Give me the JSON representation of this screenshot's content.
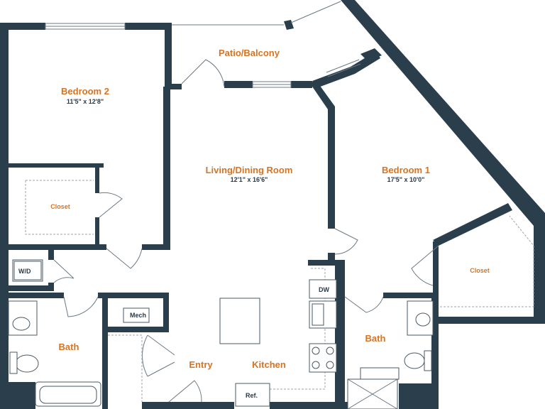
{
  "rooms": {
    "bedroom2": {
      "name": "Bedroom 2",
      "dims": "11'5\" x 12'8\""
    },
    "patio": {
      "name": "Patio/Balcony"
    },
    "living": {
      "name": "Living/Dining Room",
      "dims": "12'1\" x 16'6\""
    },
    "bedroom1": {
      "name": "Bedroom 1",
      "dims": "17'5\" x 10'0\""
    },
    "closet_left": {
      "name": "Closet"
    },
    "closet_right": {
      "name": "Closet"
    },
    "bath_left": {
      "name": "Bath"
    },
    "bath_right": {
      "name": "Bath"
    },
    "entry": {
      "name": "Entry"
    },
    "kitchen": {
      "name": "Kitchen"
    }
  },
  "fixtures": {
    "washer_dryer": "W/D",
    "mech": "Mech",
    "dishwasher": "DW",
    "fridge": "Ref."
  },
  "colors": {
    "wall": "#2a3e4c",
    "label": "#d9731f",
    "dim_text": "#2a3a45"
  }
}
